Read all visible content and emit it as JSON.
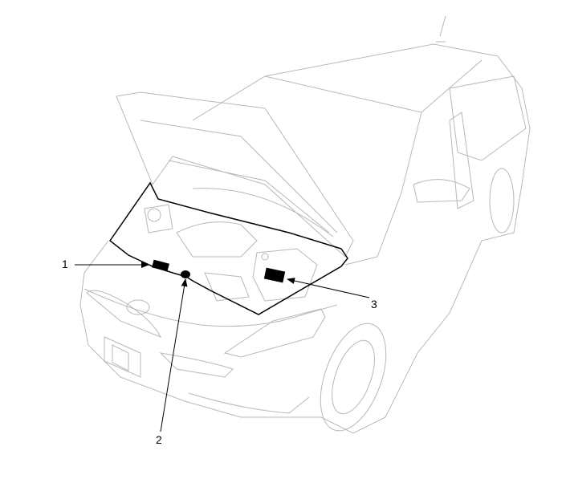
{
  "callouts": [
    {
      "number": "1"
    },
    {
      "number": "2"
    },
    {
      "number": "3"
    }
  ],
  "colors": {
    "line": "#000000",
    "car_outline": "#b8b8b8"
  }
}
